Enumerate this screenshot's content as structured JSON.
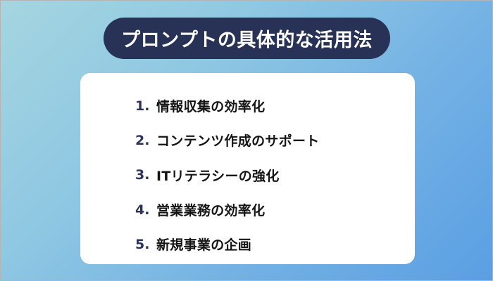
{
  "title": "プロンプトの具体的な活用法",
  "items": [
    {
      "number": "1.",
      "label": "情報収集の効率化"
    },
    {
      "number": "2.",
      "label": "コンテンツ作成のサポート"
    },
    {
      "number": "3.",
      "label": "ITリテラシーの強化"
    },
    {
      "number": "4.",
      "label": "営業業務の効率化"
    },
    {
      "number": "5.",
      "label": "新規事業の企画"
    }
  ],
  "colors": {
    "pill_background": "#283257",
    "number_color": "#2b3458",
    "text_color": "#141414",
    "gradient_start": "#a5d6e0",
    "gradient_end": "#5a9fe3",
    "card_background": "#ffffff"
  }
}
